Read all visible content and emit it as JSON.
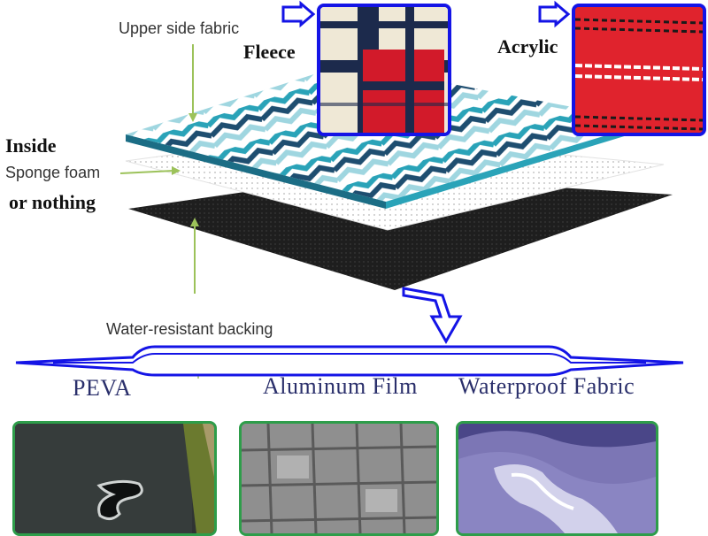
{
  "labels": {
    "upper_side_fabric": "Upper side fabric",
    "fleece": "Fleece",
    "acrylic": "Acrylic",
    "inside": "Inside",
    "sponge_foam": "Sponge foam",
    "or_nothing": "or nothing",
    "water_resistant_backing": "Water-resistant backing"
  },
  "materials": [
    {
      "label": "PEVA"
    },
    {
      "label": "Aluminum Film"
    },
    {
      "label": "Waterproof Fabric"
    }
  ],
  "colors": {
    "arrow_blue": "#1414e6",
    "leader_green": "#9cc25a",
    "photo_border": "#2e9d4a",
    "chevron_teal": "#2aa3b8",
    "chevron_navy": "#1e4e70"
  }
}
